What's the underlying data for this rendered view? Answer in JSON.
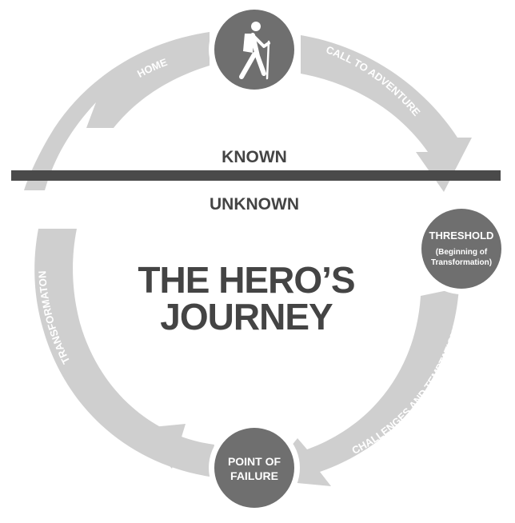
{
  "title": {
    "line1": "THE HERO’S",
    "line2": "JOURNEY"
  },
  "divider": {
    "known": "KNOWN",
    "unknown": "UNKNOWN"
  },
  "stages": {
    "home": "HOME",
    "call_to_adventure": "CALL TO ADVENTURE",
    "threshold": "THRESHOLD",
    "threshold_sub_1": "(Beginning of",
    "threshold_sub_2": "Transformation)",
    "challenges": "CHALLENGES AND TEMPTATIONS",
    "point_of_failure_1": "POINT OF",
    "point_of_failure_2": "FAILURE",
    "transformation": "TRANSFORMATON"
  },
  "icons": {
    "top_node": "hiker-icon"
  },
  "colors": {
    "ring": "#cfcfcf",
    "node": "#6f6f6f",
    "node_ring": "#ffffff",
    "divider": "#4a4a4a",
    "text_dark": "#444444",
    "label_on_ring": "#ffffff"
  }
}
